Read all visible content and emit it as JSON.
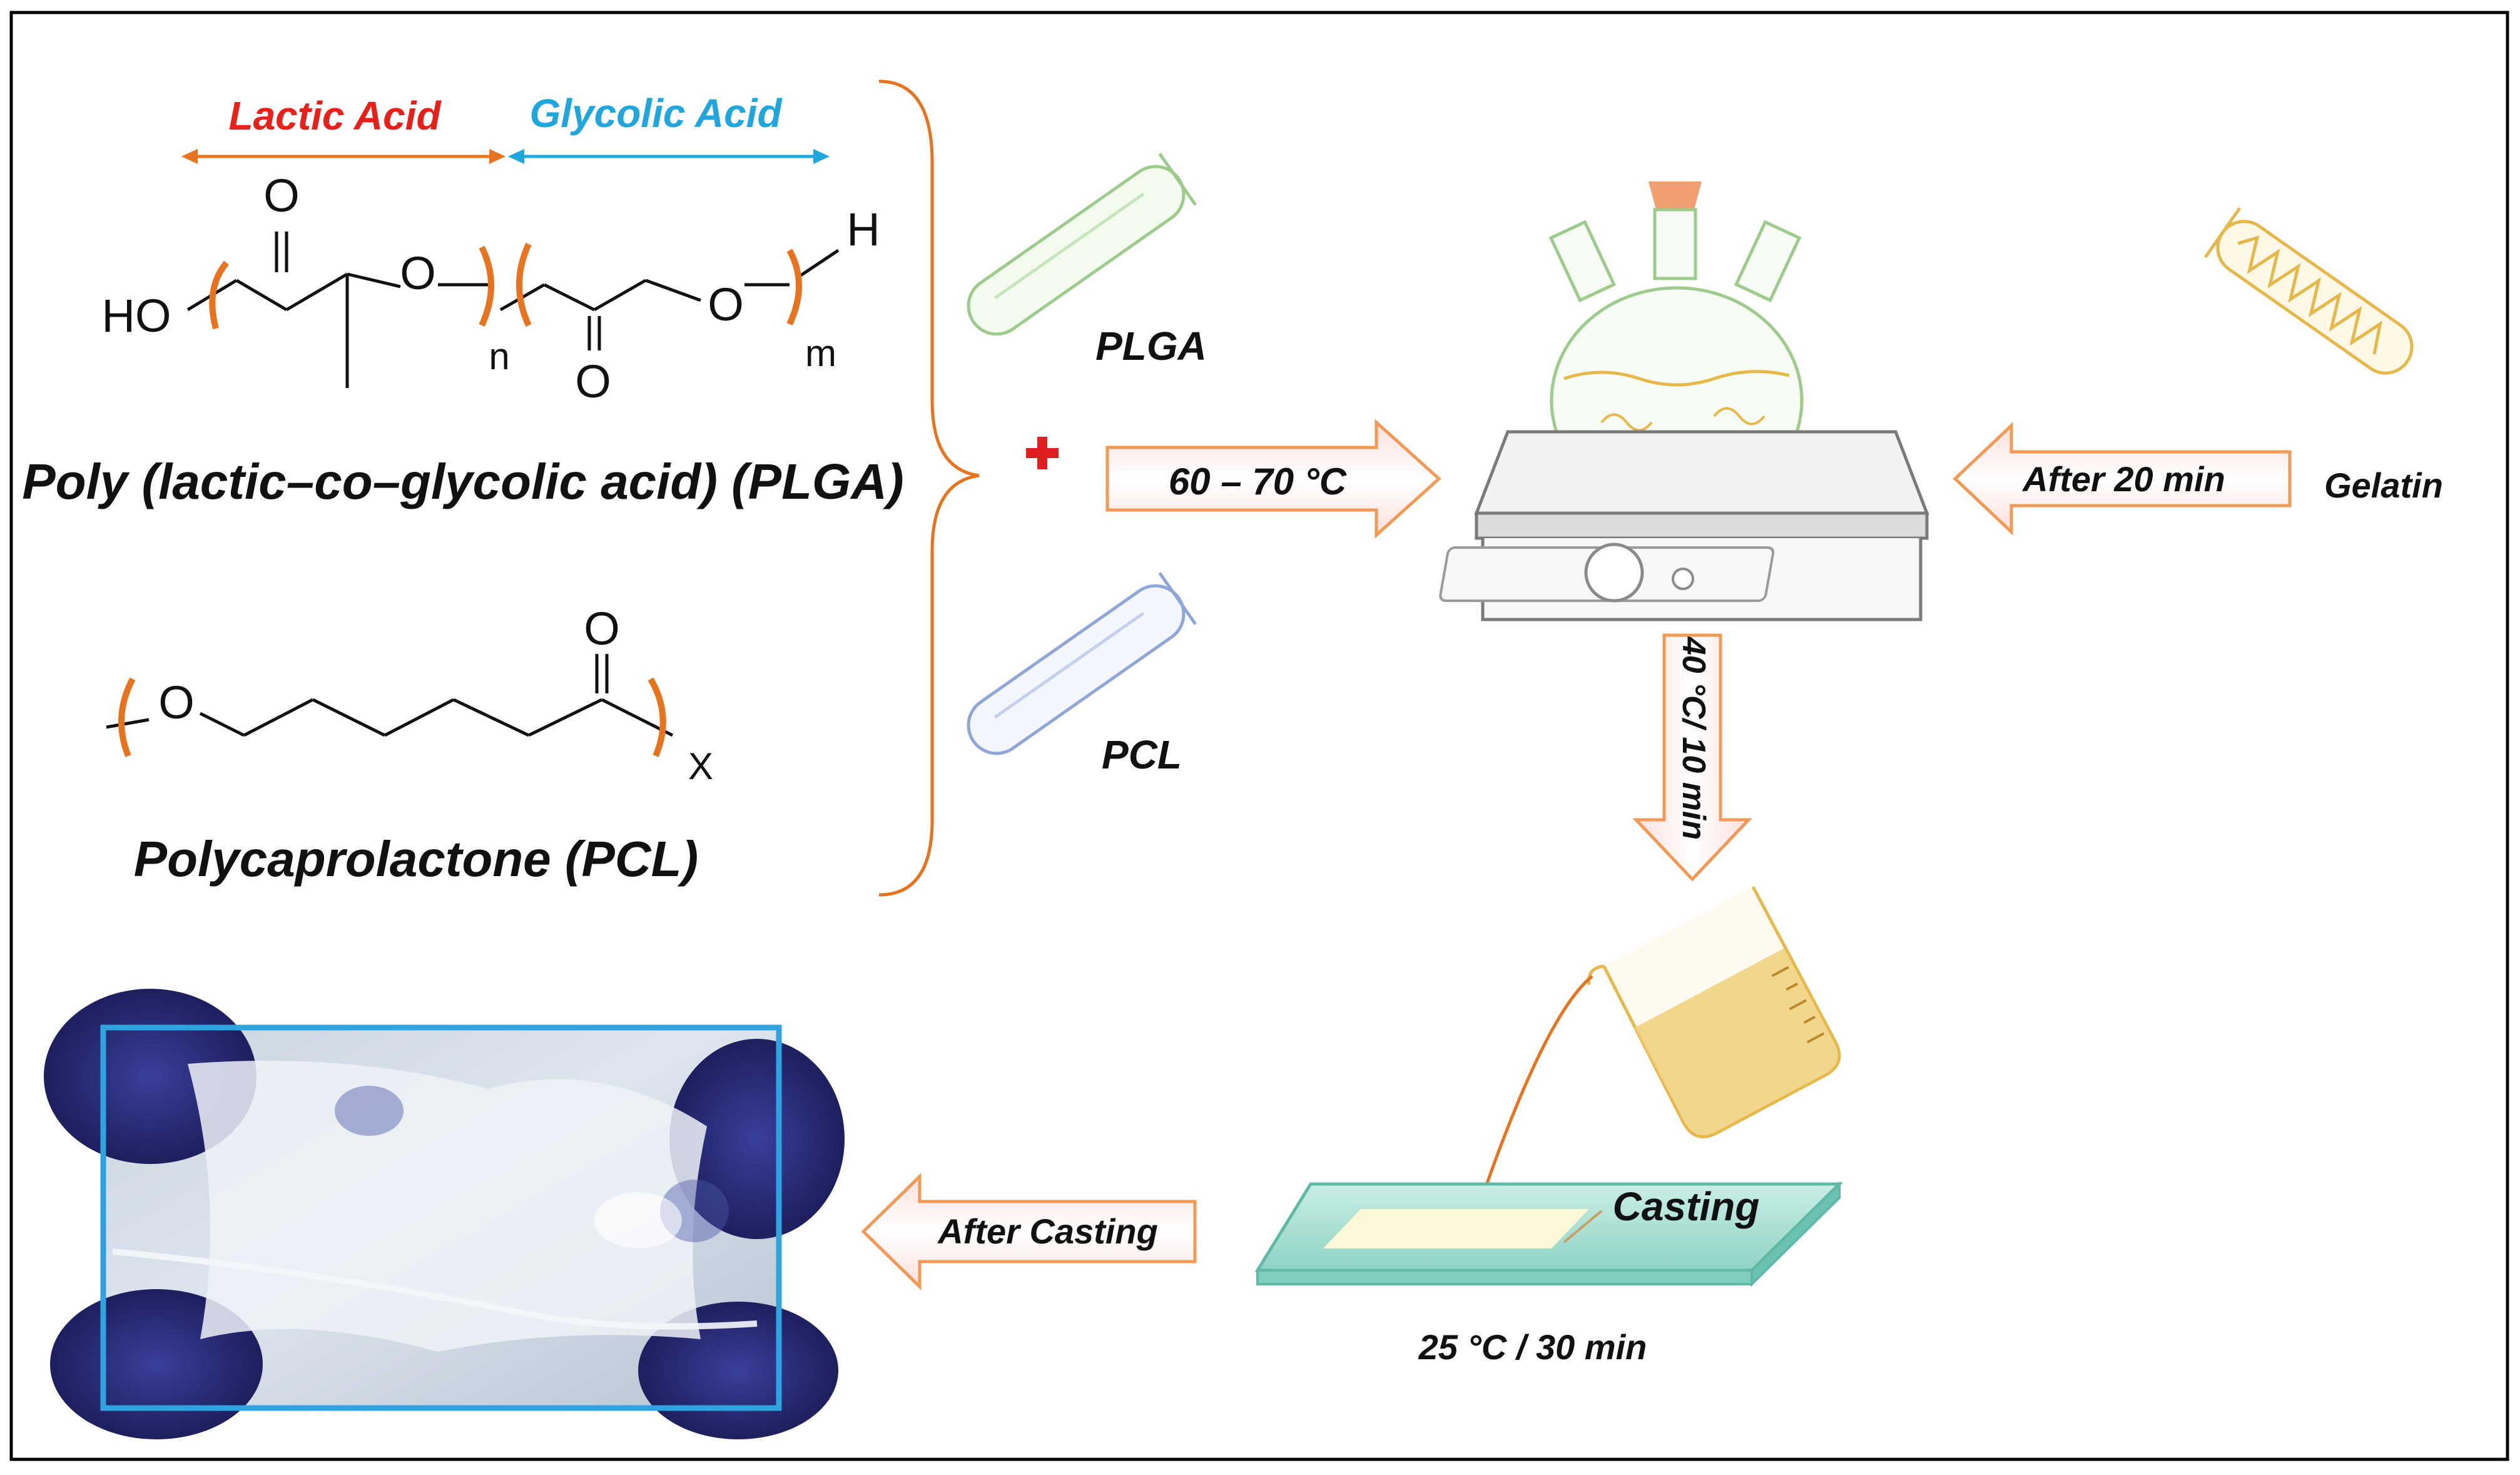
{
  "monomers": {
    "lactic_label": "Lactic Acid",
    "glycolic_label": "Glycolic Acid"
  },
  "plga_structure": {
    "ho": "HO",
    "o_carbonyl_1": "O",
    "o_ester_1": "O",
    "n": "n",
    "o_carbonyl_2": "O",
    "o_ester_2": "O",
    "m": "m",
    "h": "H"
  },
  "plga_name": "Poly (lactic–co–glycolic acid) (PLGA)",
  "pcl_structure": {
    "o_ester": "O",
    "o_carbonyl": "O",
    "x": "X"
  },
  "pcl_name": "Polycaprolactone (PCL)",
  "tubes": {
    "plga_label": "PLGA",
    "pcl_label": "PCL",
    "gelatin_label": "Gelatin"
  },
  "arrows": {
    "heat": "60 – 70 °C",
    "after_20": "After 20 min",
    "cool": "40 °C/ 10 min",
    "after_casting": "After Casting"
  },
  "casting": {
    "label": "Casting",
    "condition": "25 °C / 30 min"
  },
  "colors": {
    "lactic": "#e8201a",
    "glycolic": "#1ea6dd",
    "bracket": "#e8731f",
    "plus": "#e02020",
    "plga_tube": "#9ccb8c",
    "pcl_tube": "#8ea6d8",
    "gelatin_tube": "#e6b84a",
    "arrow_outline": "#f29a55",
    "photo_border": "#2ea3e0"
  }
}
